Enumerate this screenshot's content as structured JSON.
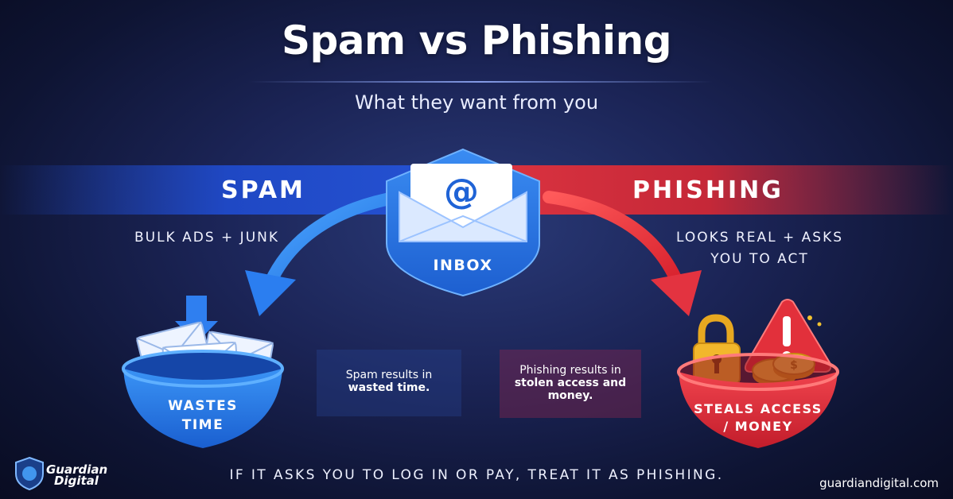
{
  "header": {
    "title": "Spam vs Phishing",
    "subtitle": "What they want from you"
  },
  "spam": {
    "heading": "SPAM",
    "description": "BULK ADS + JUNK",
    "outcome_line1": "WASTES",
    "outcome_line2": "TIME",
    "note_plain": "Spam results in",
    "note_bold": "wasted time."
  },
  "inbox": {
    "label": "INBOX",
    "at_symbol": "@"
  },
  "phishing": {
    "heading": "PHISHING",
    "description_line1": "LOOKS REAL + ASKS",
    "description_line2": "YOU TO ACT",
    "outcome_line1": "STEALS ACCESS",
    "outcome_line2": "/ MONEY",
    "note_plain": "Phishing results in",
    "note_bold_line1": "stolen access and",
    "note_bold_line2": "money."
  },
  "footer": {
    "tip": "IF IT ASKS YOU TO LOG IN OR PAY, TREAT IT AS PHISHING.",
    "url": "guardiandigital.com",
    "logo_line1": "Guardian",
    "logo_line2": "Digital"
  },
  "icons": [
    "envelope-icon",
    "at-icon",
    "down-arrow-icon",
    "padlock-icon",
    "warning-icon",
    "coins-icon",
    "shield-logo-icon"
  ],
  "colors": {
    "spam_blue": "#2f7ff0",
    "phishing_red": "#e6333f",
    "background": "#1b2456"
  }
}
